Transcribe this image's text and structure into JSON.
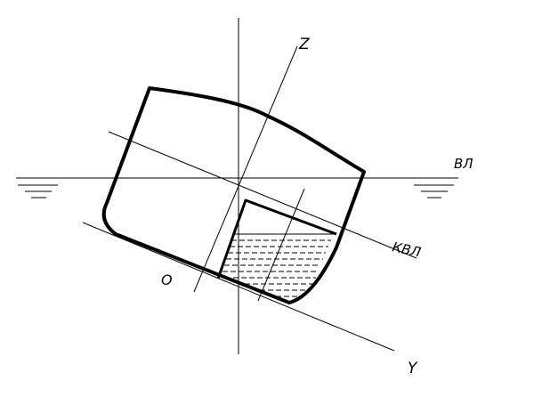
{
  "labels": {
    "z_axis": "Z",
    "y_axis": "Y",
    "origin": "O",
    "waterline": "ВЛ",
    "construction_waterline": "КВЛ"
  },
  "colors": {
    "line": "#000000",
    "background": "#ffffff"
  }
}
